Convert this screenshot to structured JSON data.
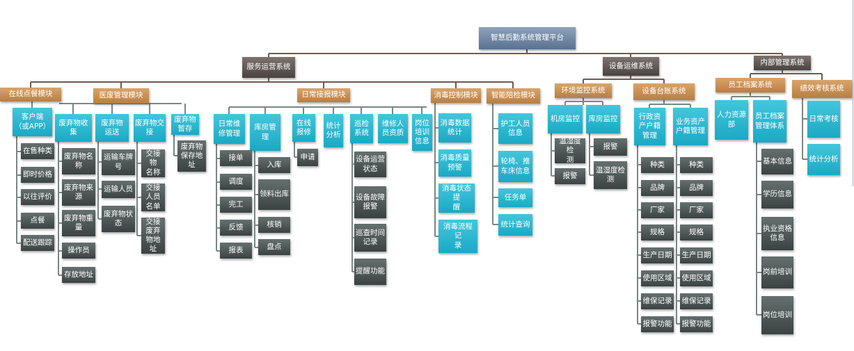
{
  "diagram": {
    "root": "智慧后勤系统管理平台",
    "systems": {
      "service": "服务运营系统",
      "equipment": "设备运维系统",
      "internal": "内部管理系统"
    },
    "modules": {
      "online_meal": "在线点餐模块",
      "medical": "医废管理模块",
      "daily_report": "日常接报模块",
      "disinfection": "消毒控制模块",
      "escort": "智能陪检模块",
      "env_monitor": "环境监控系统",
      "ledger": "设备台账系统",
      "staff_archive": "员工档案系统",
      "performance": "绩效考核系统"
    },
    "columns": {
      "client": "客户端\n（或APP）",
      "waste_collect": "废弃物收\n集",
      "waste_transport": "废弃物\n运送",
      "waste_handover": "废弃物交\n接",
      "waste_storage": "废弃物\n暂存",
      "daily_repair": "日常维\n修管理",
      "warehouse": "库房管\n理",
      "online_repair": "在线\n报修",
      "stat_analysis": "统计\n分析",
      "patrol": "巡检\n系统",
      "repair_staff": "维修人\n员资质",
      "post_training": "岗位\n培训\n信息",
      "disinfect_stat": "消毒数据\n统计",
      "disinfect_quality": "消毒质量\n预警",
      "disinfect_status": "消毒状态提\n醒",
      "disinfect_flow": "消毒流程记\n录",
      "caregiver": "护工人员\n信息",
      "wheelchair": "轮椅、推\n车床信息",
      "task_list": "任务单",
      "stat_query": "统计查询",
      "machine_room": "机房监控",
      "storeroom_mon": "库房监控",
      "admin_assets": "行政资\n产户籍\n管理",
      "biz_assets": "业务资产\n户籍管理",
      "hr_dept": "人力资源\n部",
      "staff_archive_sys": "员工档案\n管理体系",
      "daily_assess": "日常考核",
      "assess_stat": "统计分析"
    },
    "leaves": {
      "client": [
        "在售种类",
        "即时价格",
        "以往评价",
        "点餐",
        "配送跟踪"
      ],
      "waste_collect": [
        "废弃物名\n称",
        "废弃物来\n源",
        "废弃物重\n量",
        "操作员",
        "存放地址"
      ],
      "waste_transport": [
        "运输车牌\n号",
        "运输人员",
        "废弃物状\n态"
      ],
      "waste_handover": [
        "交接物\n名称",
        "交接\n人员\n名单",
        "交接\n废弃\n物地\n址"
      ],
      "waste_storage": [
        "废弃物\n保存地\n址"
      ],
      "daily_repair": [
        "接单",
        "调度",
        "完工",
        "反馈",
        "报表"
      ],
      "warehouse": [
        "入库",
        "领料出库",
        "核销",
        "盘点"
      ],
      "online_repair": [
        "申请"
      ],
      "patrol": [
        "设备运营\n状态",
        "设备故障\n报警",
        "巡查时间\n记录",
        "提醒功能"
      ],
      "machine_room": [
        "温湿度检\n测",
        "报警"
      ],
      "storeroom_mon": [
        "报警",
        "温湿度检\n测"
      ],
      "admin_assets": [
        "种类",
        "品牌",
        "厂家",
        "规格",
        "生产日期",
        "使用区域",
        "维保记录",
        "报警功能"
      ],
      "biz_assets": [
        "种类",
        "品牌",
        "厂家",
        "规格",
        "生产日期",
        "使用区域",
        "维保记录",
        "报警功能"
      ],
      "staff_archive_sys": [
        "基本信息",
        "学历信息",
        "执业资格\n信息",
        "岗前培训",
        "岗位培训"
      ]
    }
  }
}
